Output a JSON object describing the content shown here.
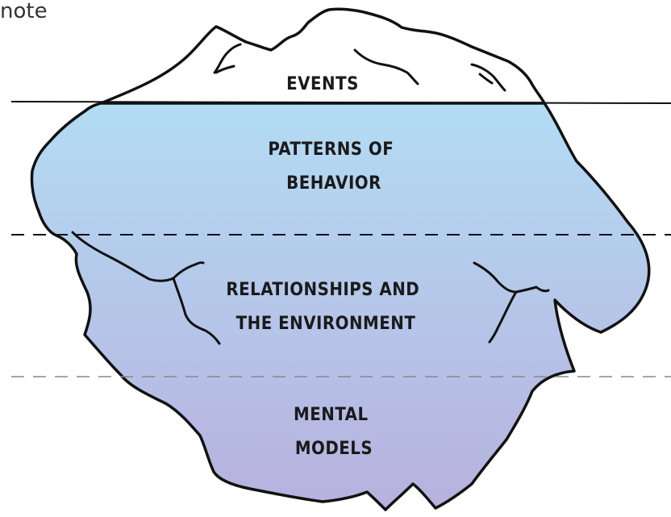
{
  "corner_text": "note",
  "layers": [
    {
      "lines": [
        "EVENTS"
      ]
    },
    {
      "lines": [
        "PATTERNS OF",
        "BEHAVIOR"
      ]
    },
    {
      "lines": [
        "RELATIONSHIPS AND",
        "THE ENVIRONMENT"
      ]
    },
    {
      "lines": [
        "MENTAL",
        "MODELS"
      ]
    }
  ],
  "colors": {
    "water_top": "#b3dcf4",
    "water_bottom": "#b7b1de",
    "outline": "#111111"
  }
}
